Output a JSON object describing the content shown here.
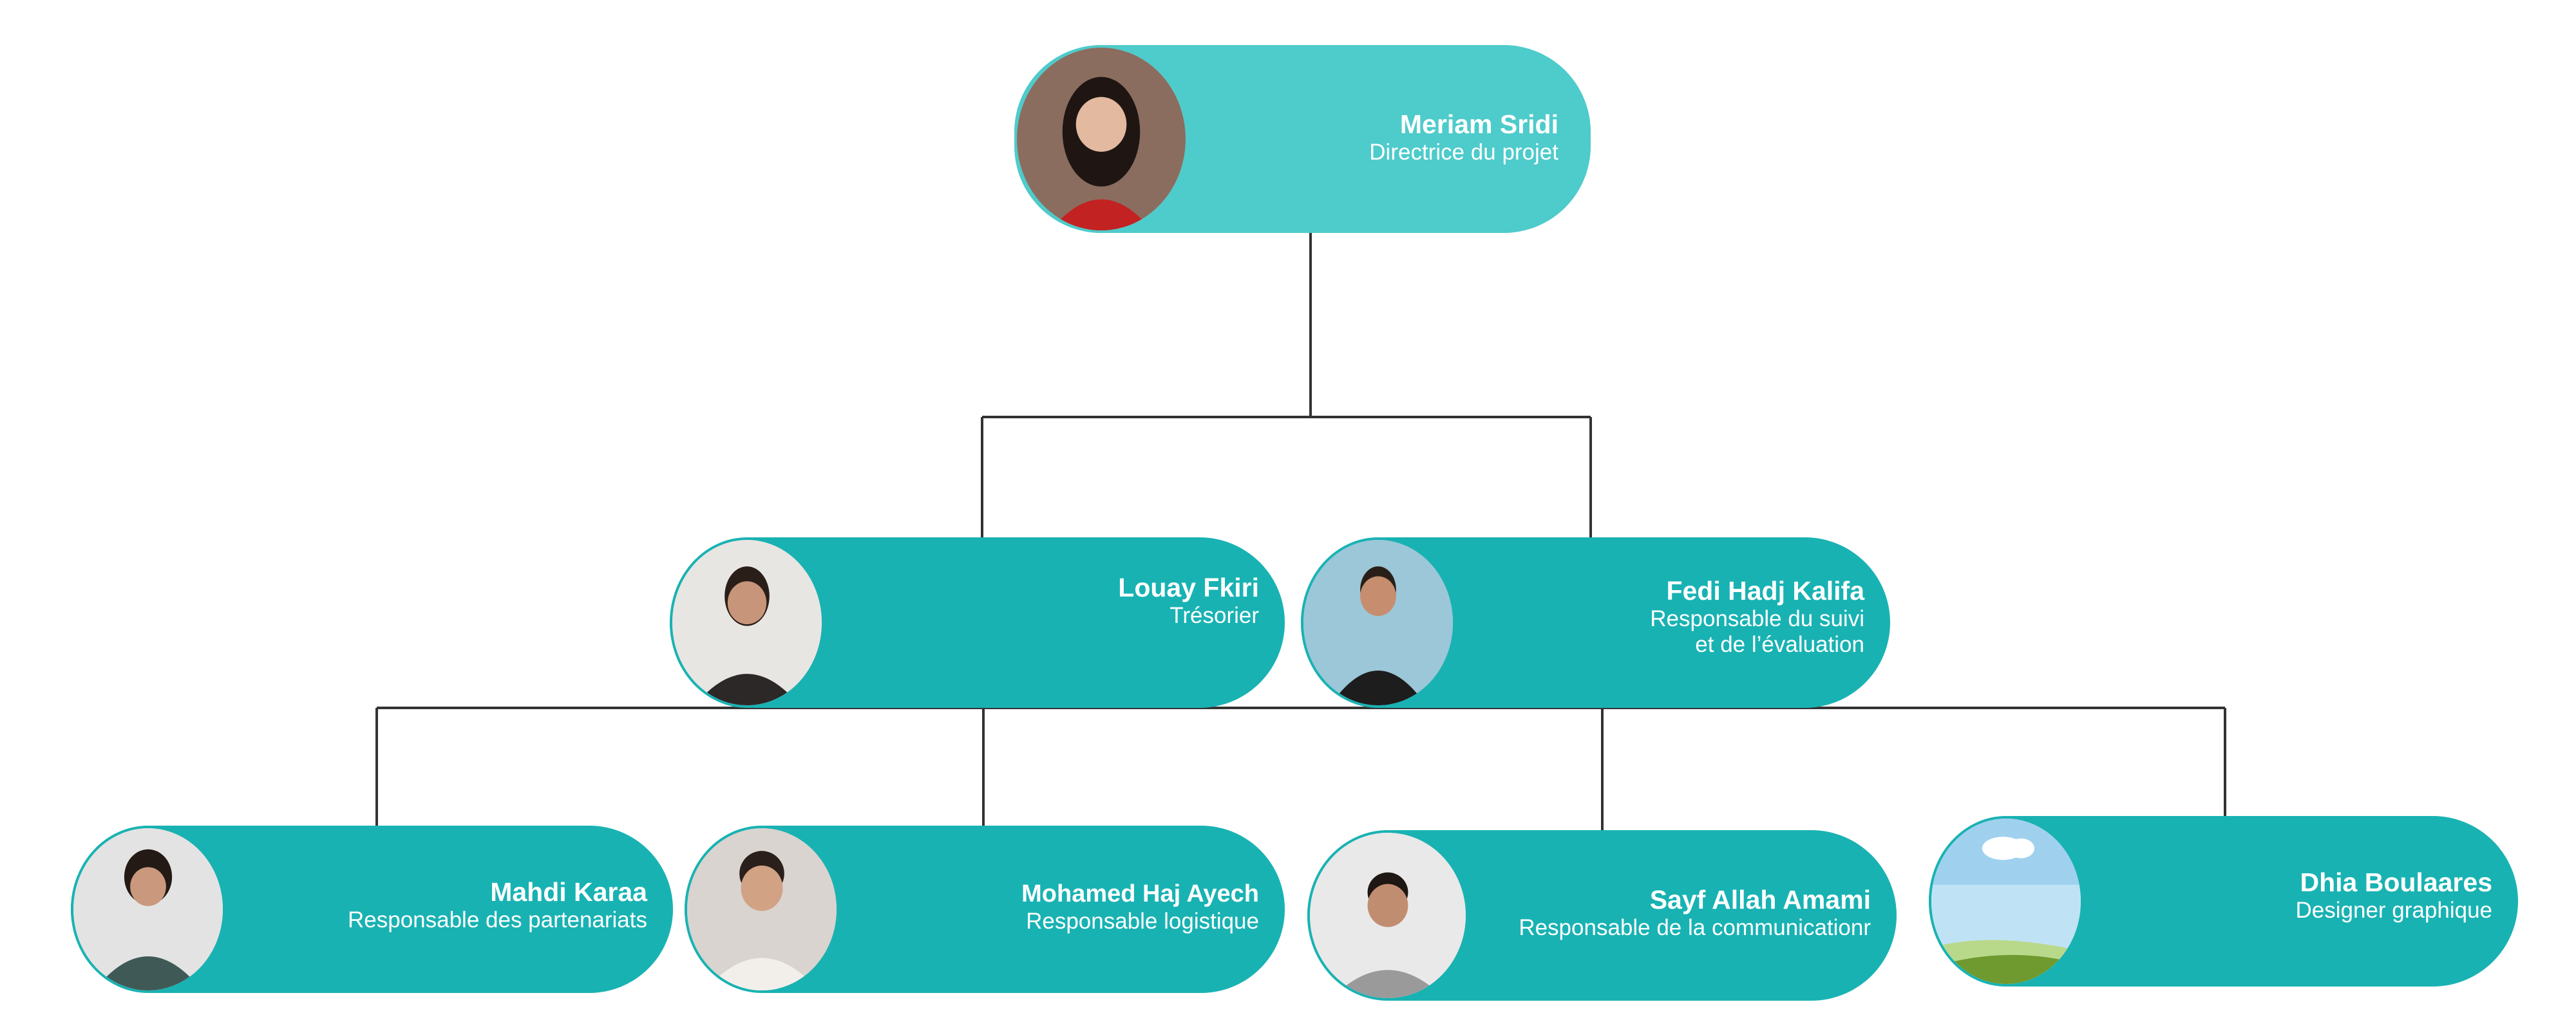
{
  "colors": {
    "card": "#19b2b3",
    "card_top": "#4ecbcb",
    "text": "#ffffff",
    "connector": "#333333"
  },
  "org": {
    "director": {
      "name": "Meriam Sridi",
      "role": [
        "Directrice du projet"
      ],
      "photo": "portrait-photo"
    },
    "tier2": [
      {
        "name": "Louay Fkiri",
        "role": [
          "Trésorier"
        ],
        "photo": "portrait-photo"
      },
      {
        "name": "Fedi Hadj Kalifa",
        "role": [
          "Responsable du suivi",
          "et de l’évaluation"
        ],
        "photo": "portrait-photo"
      }
    ],
    "tier3": [
      {
        "name": "Mahdi Karaa",
        "role": [
          "Responsable des partenariats"
        ],
        "photo": "portrait-photo"
      },
      {
        "name": "Mohamed Haj Ayech",
        "role": [
          "Responsable logistique"
        ],
        "photo": "portrait-photo"
      },
      {
        "name": "Sayf Allah Amami",
        "role": [
          "Responsable de la communicationr"
        ],
        "photo": "portrait-photo"
      },
      {
        "name": "Dhia Boulaares",
        "role": [
          "Designer graphique"
        ],
        "photo": "landscape-placeholder"
      }
    ]
  }
}
